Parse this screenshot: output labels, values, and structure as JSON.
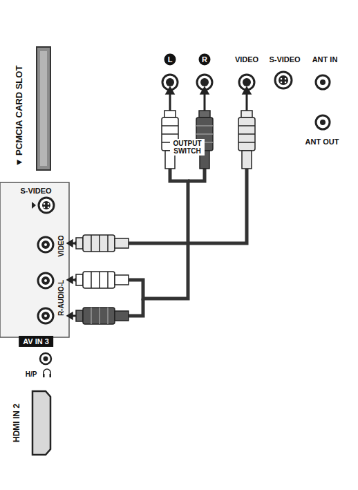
{
  "diagram": {
    "nodes": [
      {
        "text": [
          "▼ PCMCIA CARD SLOT",
          "S-VIDEO",
          "VIDEO",
          "R-AUDIO-L",
          "AV IN 3",
          "H/P",
          "HDMI IN 2"
        ]
      },
      {
        "text": [
          "L",
          "R",
          "VIDEO",
          "S-VIDEO",
          "ANT IN",
          "OUTPUT SWITCH",
          "ANT OUT"
        ]
      }
    ],
    "edges": [
      {
        "from": 1,
        "to": 0,
        "arrow": "none"
      },
      {
        "from": 1,
        "to": 0,
        "arrow": "none"
      }
    ]
  }
}
